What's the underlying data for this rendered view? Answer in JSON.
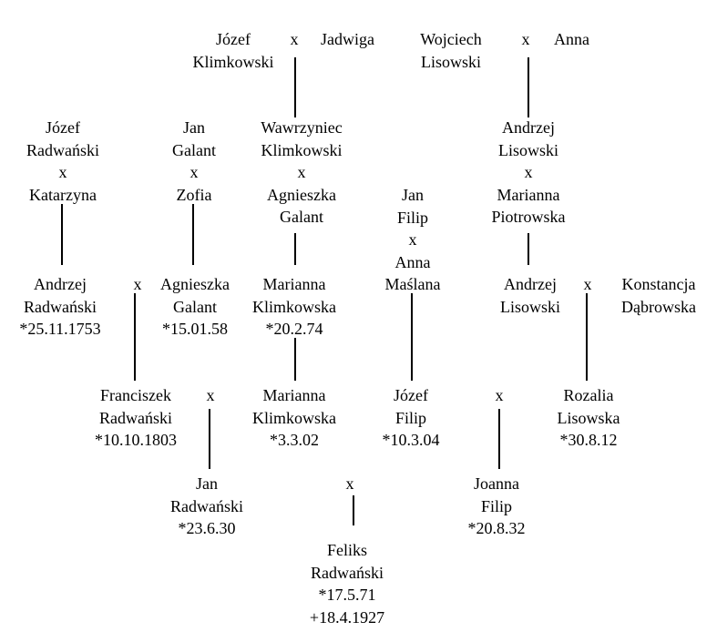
{
  "tree": {
    "jozef_klimkowski": "Józef\nKlimkowski",
    "x_top1": "x",
    "jadwiga": "Jadwiga",
    "wojciech_lisowski": "Wojciech\nLisowski",
    "x_top2": "x",
    "anna": "Anna",
    "radwanski_parents": "Józef\nRadwański\nx\nKatarzyna",
    "galant_parents": "Jan\nGalant\nx\nZofia",
    "klimkowski_couple": "Wawrzyniec\nKlimkowski\nx\nAgnieszka\nGalant",
    "filip_couple": "Jan\nFilip\nx\nAnna\nMaślana",
    "lisowski_couple": "Andrzej\nLisowski\nx\nMarianna\nPiotrowska",
    "andrzej_radwanski": "Andrzej\nRadwański\n*25.11.1753",
    "x_row3a": "x",
    "agnieszka_galant": "Agnieszka\nGalant\n*15.01.58",
    "marianna_klimkowska_1": "Marianna\nKlimkowska\n*20.2.74",
    "andrzej_lisowski_2": "Andrzej\nLisowski",
    "x_row3b": "x",
    "konstancja_dabrowska": "Konstancja\nDąbrowska",
    "franciszek_radwanski": "Franciszek\nRadwański\n*10.10.1803",
    "x_row4a": "x",
    "marianna_klimkowska_2": "Marianna\nKlimkowska\n*3.3.02",
    "jozef_filip": "Józef\nFilip\n*10.3.04",
    "x_row4b": "x",
    "rozalia_lisowska": "Rozalia\nLisowska\n*30.8.12",
    "jan_radwanski": "Jan\nRadwański\n*23.6.30",
    "x_row5": "x",
    "joanna_filip": "Joanna\nFilip\n*20.8.32",
    "feliks_radwanski": "Feliks\nRadwański\n*17.5.71\n+18.4.1927"
  }
}
